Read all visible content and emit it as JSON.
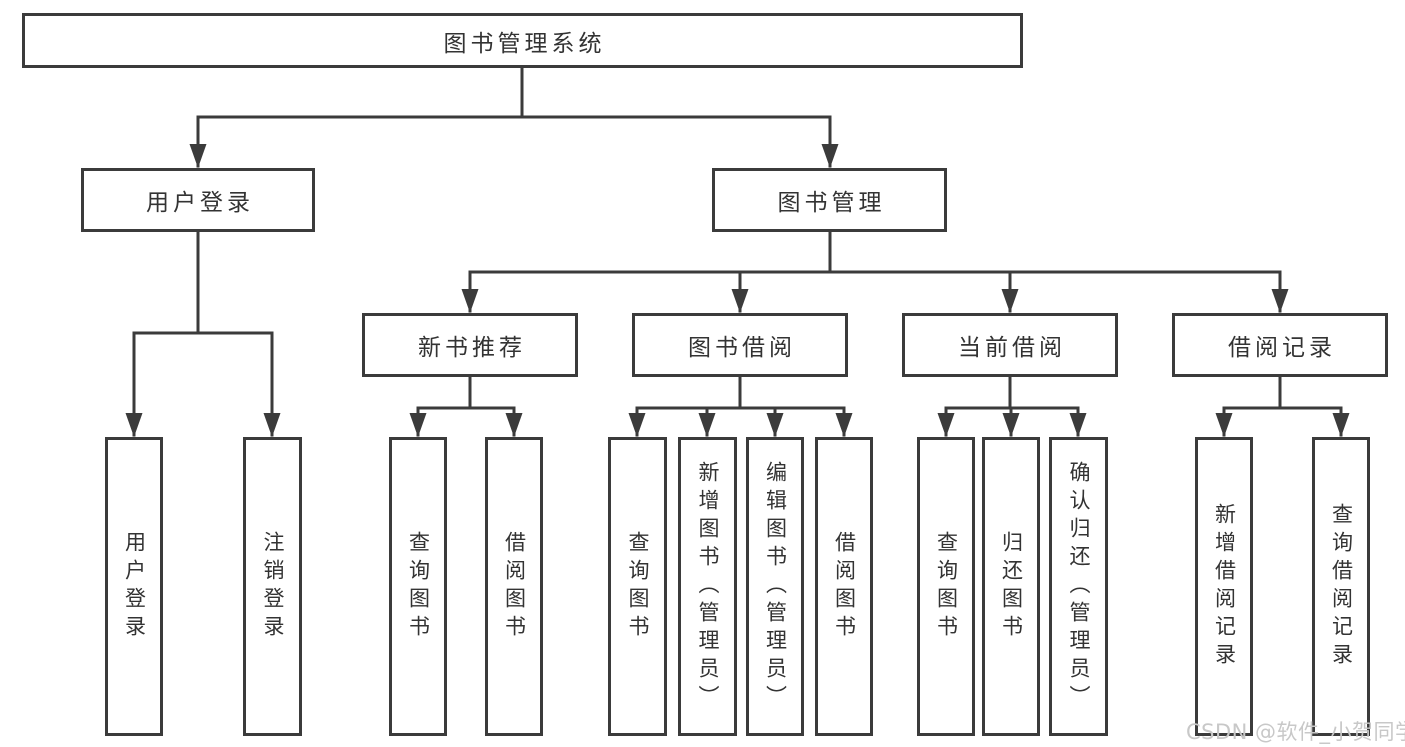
{
  "diagram_type": "hierarchy-tree",
  "colors": {
    "background": "#ffffff",
    "line": "#3b3b3b",
    "box_border": "#3b3b3b",
    "text": "#333333",
    "watermark": "#c8c8c8"
  },
  "tree": {
    "label": "图书管理系统",
    "children": [
      {
        "label": "用户登录",
        "children": [
          {
            "label": "用户登录"
          },
          {
            "label": "注销登录"
          }
        ]
      },
      {
        "label": "图书管理",
        "children": [
          {
            "label": "新书推荐",
            "children": [
              {
                "label": "查询图书"
              },
              {
                "label": "借阅图书"
              }
            ]
          },
          {
            "label": "图书借阅",
            "children": [
              {
                "label": "查询图书"
              },
              {
                "label": "新增图书（管理员）"
              },
              {
                "label": "编辑图书（管理员）"
              },
              {
                "label": "借阅图书"
              }
            ]
          },
          {
            "label": "当前借阅",
            "children": [
              {
                "label": "查询图书"
              },
              {
                "label": "归还图书"
              },
              {
                "label": "确认归还（管理员）"
              }
            ]
          },
          {
            "label": "借阅记录",
            "children": [
              {
                "label": "新增借阅记录"
              },
              {
                "label": "查询借阅记录"
              }
            ]
          }
        ]
      }
    ]
  },
  "watermark": {
    "text": "CSDN @软件_小贺同学"
  }
}
